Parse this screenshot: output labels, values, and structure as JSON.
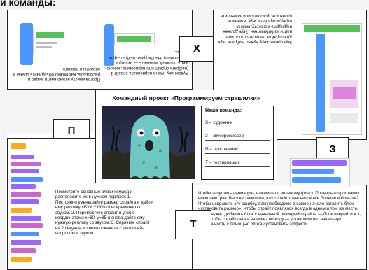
{
  "header_partial": "й команды:",
  "card": {
    "title": "Командный проект «Программируем страшилки»",
    "team_heading": "Наша команда:",
    "roles": [
      "Х – художник",
      "З – звукорежиссер",
      "П – программист",
      "Т – тестировщик"
    ]
  },
  "tabs": {
    "x": "Х",
    "p": "П",
    "z": "З",
    "t": "Т"
  },
  "panel_x": {
    "text": "Художнику нужно нарисовать спрайт 1 (выбрать спрайт или нарисовать, можно взять готовый, изменить — вкладка «Костюмы»). Необходимо выбрать фон сцены."
  },
  "panel_left": {
    "text": "Программисту нужно найти видео и рассказать, как можно объединять сцены и спрайты в проекте."
  },
  "panel_right": {
    "text": "Звукорежиссеру нужно выбрать звук для спрайта: записать голос или найти из библиотеки. Звук должен подходить к сюжету, можно отредактировать звук: изменить громкость, ускорить или замедлить."
  },
  "panel_t_left": {
    "text": "Посмотрите основные блоки команд и расположите их в нужном порядке: 1. Постоянно уменьшайте размер спрайта и дайте ему реплику «БУУ УУУ!» одновременно со звуком. 2. Переместите спрайт в угол с координатами x=60, y=85 и снова дайте ему нужную реплику со звуком. 3. Спрячьте спрайт на 2 секунды и снова покажите с реплицей-вопросом и звуком."
  },
  "panel_t_right": {
    "text": "Чтобы запустить анимацию, нажмите по зеленому флагу. Проверьте программу несколько раз. Вы уже заметили, что спрайт становится все больше и больше? Чтобы исправить эту ошибку, вам необходимо в самое начало вставить блок «установить размер». Чтобы спрайт появлялся всегда в одном и том же месте, также нужно добавить блок с начальной позицией спрайта — блок «перейти в x, y». А чтобы спрайт снова не исчез по ходу — установим его начальную прозрачность с помощью блока «установить эффект»."
  },
  "colors": {
    "scratch_blue": "#4c97ff",
    "scratch_orange": "#ffab19",
    "scratch_purple": "#9966ff",
    "scratch_pink": "#cf63cf",
    "scratch_green": "#59c059",
    "ghost": "#6fc7c2"
  }
}
